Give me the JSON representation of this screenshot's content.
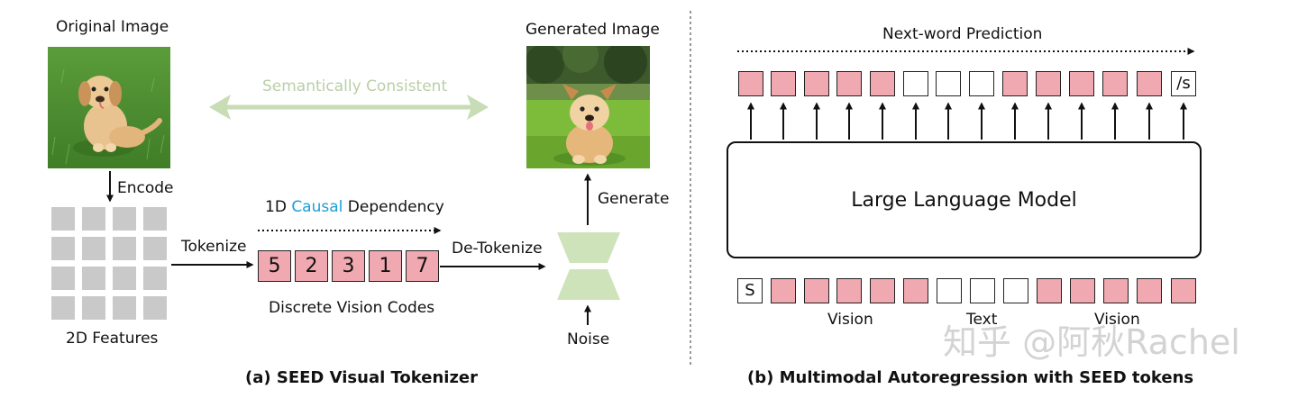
{
  "left": {
    "original_image_label": "Original Image",
    "generated_image_label": "Generated Image",
    "semantic_label": "Semantically Consistent",
    "encode_label": "Encode",
    "features_label": "2D Features",
    "tokenize_label": "Tokenize",
    "causal_prefix": "1D ",
    "causal_word": "Causal",
    "causal_suffix": " Dependency",
    "codes": [
      "5",
      "2",
      "3",
      "1",
      "7"
    ],
    "codes_label": "Discrete Vision Codes",
    "detokenize_label": "De-Tokenize",
    "generate_label": "Generate",
    "noise_label": "Noise",
    "caption": "(a) SEED Visual Tokenizer"
  },
  "right": {
    "prediction_label": "Next-word Prediction",
    "end_token": "/s",
    "start_token": "S",
    "llm_label": "Large Language Model",
    "group_labels": [
      "Vision",
      "Text",
      "Vision"
    ],
    "caption": "(b) Multimodal Autoregression with SEED tokens"
  },
  "watermark": "知乎 @阿秋Rachel",
  "colors": {
    "vision_token": "#f0a9b0",
    "text_token": "#ffffff",
    "causal_accent": "#1a9fd6",
    "semantic_arrow": "#c8dcb6",
    "decoder_shape": "#cfe3bb",
    "feature_grid": "#c9c9c9"
  }
}
